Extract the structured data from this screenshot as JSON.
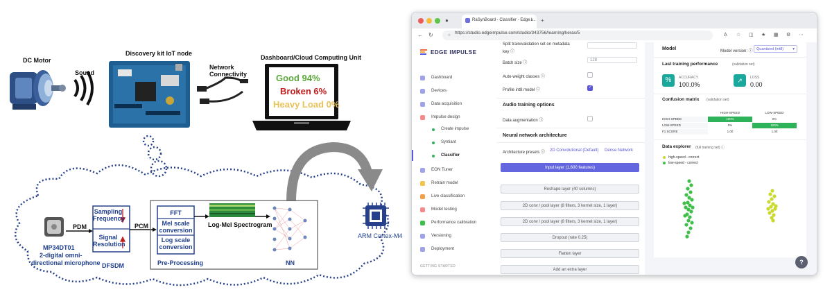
{
  "diagram": {
    "dc_motor": "DC Motor",
    "sound": "Sound",
    "discovery_kit": "Discovery kit IoT node",
    "network_connectivity_line1": "Network",
    "network_connectivity_line2": "Connectivity",
    "dashboard": "Dashboard/Cloud Computing Unit",
    "status_good": "Good 94%",
    "status_broken": "Broken 6%",
    "status_heavy": "Heavy Load 0%",
    "pdm_1": "PDM",
    "pcm": "PCM",
    "sampling_line1": "Sampling",
    "sampling_line2": "Frequency",
    "signal_line1": "Signal",
    "signal_line2": "Resolution",
    "dfsdm": "DFSDM",
    "fft": "FFT",
    "mel_line1": "Mel scale",
    "mel_line2": "conversion",
    "log_line1": "Log scale",
    "log_line2": "conversion",
    "preprocessing": "Pre-Processing",
    "spectrogram": "Log-Mel Spectrogram",
    "nn": "NN",
    "arm": "ARM Cortex-M4",
    "mic_line1": "MP34DT01",
    "mic_line2": "2-digital omni-",
    "mic_line3": "directional microphone",
    "colors": {
      "blue": "#1f3f8f",
      "red": "#c21d1d",
      "good": "#5aa83a",
      "broken": "#c21d1d",
      "heavy": "#e8c35a"
    }
  },
  "browser": {
    "tab_title": "RaSynBoard - Classifier - Edge I...",
    "url": "https://studio.edgeimpulse.com/studio/343756/learning/keras/5",
    "logo": "EDGE IMPULSE",
    "sidebar": {
      "items": [
        "Dashboard",
        "Devices",
        "Data acquisition",
        "Impulse design"
      ],
      "sub_items": [
        "Create impulse",
        "Syntiant",
        "Classifier"
      ],
      "items2": [
        "EON Tuner",
        "Retrain model",
        "Live classification",
        "Model testing",
        "Performance calibration",
        "Versioning",
        "Deployment"
      ],
      "footer": "GETTING STARTED"
    },
    "form": {
      "split_label_line1": "Split train/validation set on metadata",
      "split_label_line2": "key ⓘ",
      "batch_size_label": "Batch size ⓘ",
      "batch_size_value": "128",
      "auto_weight_label": "Auto-weight classes ⓘ",
      "profile_label": "Profile int8 model ⓘ",
      "audio_title": "Audio training options",
      "augmentation_label": "Data augmentation ⓘ",
      "nn_title": "Neural network architecture",
      "presets_label": "Architecture presets ⓘ",
      "preset_2d": "2D Convolutional (Default)",
      "preset_dense": "Dense Network",
      "layers": [
        "Input layer (1,600 features)",
        "Reshape layer (40 columns)",
        "2D conv / pool layer (8 filters, 3 kernel size, 1 layer)",
        "2D conv / pool layer (8 filters, 3 kernel size, 1 layer)",
        "Dropout (rate 0.25)",
        "Flatten layer",
        "Add an extra layer"
      ]
    },
    "model": {
      "title": "Model",
      "version_label": "Model version: ⓘ",
      "version_value": "Quantized (int8)",
      "last_perf": "Last training performance",
      "last_perf_note": "(validation set)",
      "accuracy_label": "ACCURACY",
      "accuracy_value": "100.0%",
      "loss_label": "LOSS",
      "loss_value": "0.00",
      "confusion_title": "Confusion matrix",
      "confusion_note": "(validation set)",
      "cm_cols": [
        "HIGH-SPEED",
        "LOW-SPEED"
      ],
      "cm_rows": [
        {
          "label": "HIGH-SPEED",
          "values": [
            "100%",
            "0%"
          ]
        },
        {
          "label": "LOW-SPEED",
          "values": [
            "0%",
            "100%"
          ]
        },
        {
          "label": "F1 SCORE",
          "values": [
            "1.00",
            "1.00"
          ]
        }
      ],
      "explorer_title": "Data explorer",
      "explorer_note": "(full training set) ⓘ",
      "legend": [
        "high-speed - correct",
        "low-speed - correct"
      ],
      "legend_colors": [
        "#c9d92e",
        "#3fbf4a"
      ],
      "accent": "#19a89b",
      "cm_green": "#2fb35a"
    }
  }
}
